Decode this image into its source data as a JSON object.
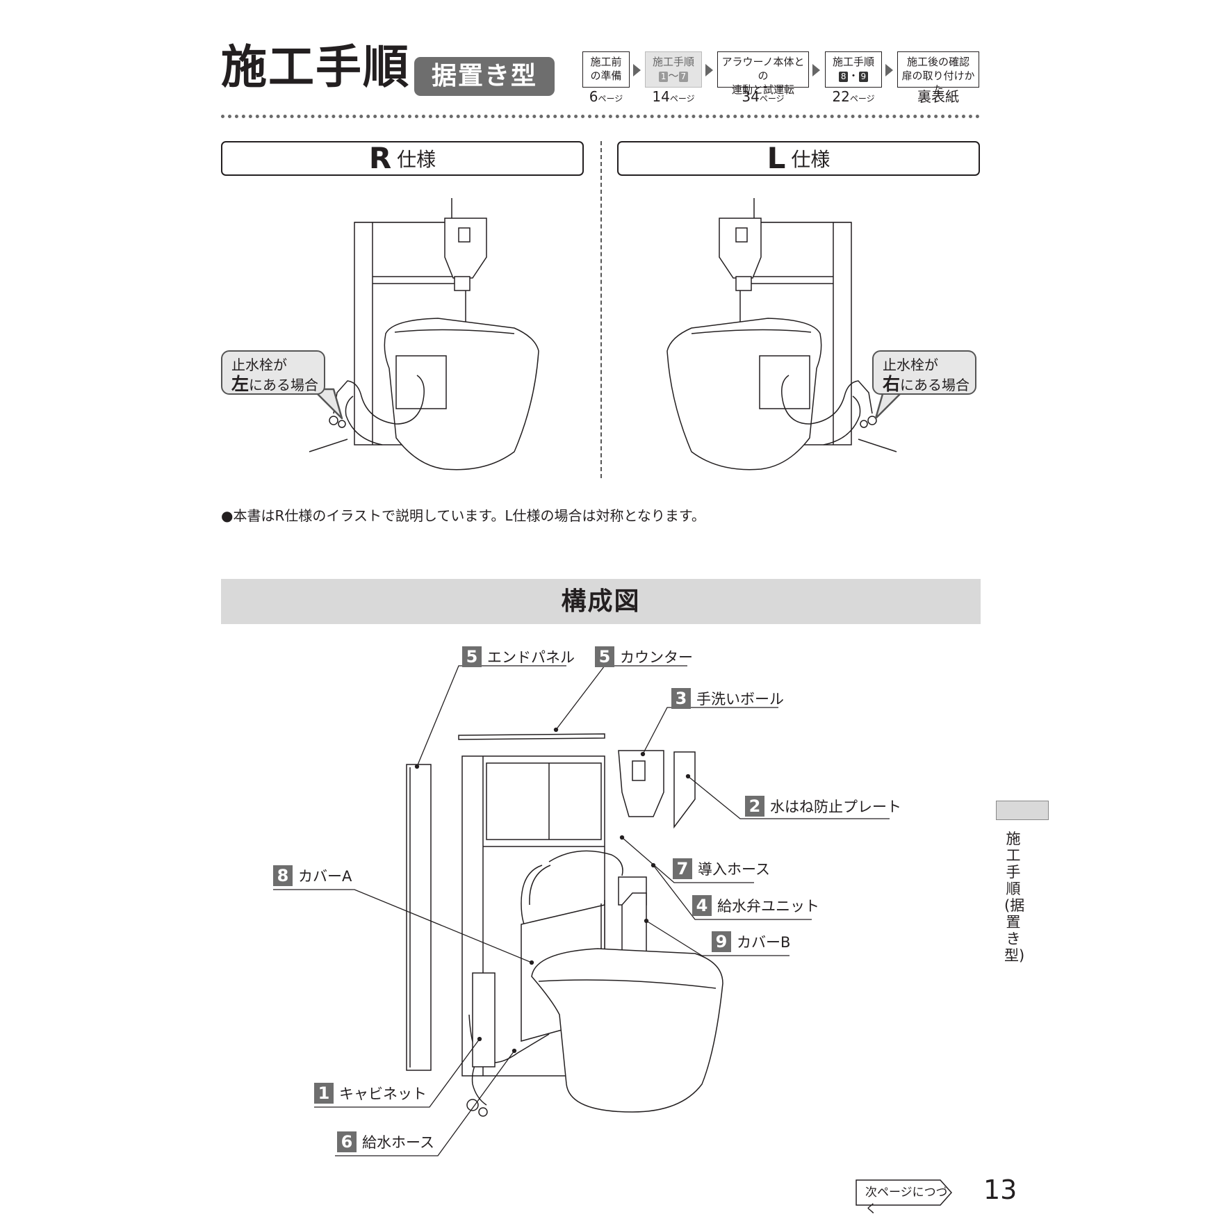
{
  "header": {
    "title": "施工手順",
    "badge": "据置き型",
    "steps": [
      {
        "line1": "施工前",
        "line2": "の準備",
        "page": "6",
        "page_unit": "ページ"
      },
      {
        "line1": "施工手順",
        "num_a": "1",
        "sep": "～",
        "num_b": "7",
        "page": "14",
        "page_unit": "ページ",
        "current": true
      },
      {
        "line1": "アラウーノ本体との",
        "line2": "連動と試運転",
        "page": "34",
        "page_unit": "ページ"
      },
      {
        "line1": "施工手順",
        "num_a": "8",
        "sep": "・",
        "num_b": "9",
        "page": "22",
        "page_unit": "ページ"
      },
      {
        "line1": "施工後の確認",
        "line2": "扉の取り付けかた",
        "page": "裏表紙"
      }
    ]
  },
  "specs": {
    "r": {
      "letter": "R",
      "label": "仕様"
    },
    "l": {
      "letter": "L",
      "label": "仕様"
    }
  },
  "callouts": {
    "left": {
      "line1": "止水栓が",
      "strong": "左",
      "rest": "にある場合"
    },
    "right": {
      "line1": "止水栓が",
      "strong": "右",
      "rest": "にある場合"
    }
  },
  "note": "●本書はR仕様のイラストで説明しています。L仕様の場合は対称となります。",
  "section_title": "構成図",
  "parts": [
    {
      "num": "5",
      "name": "エンドパネル"
    },
    {
      "num": "5",
      "name": "カウンター"
    },
    {
      "num": "3",
      "name": "手洗いボール"
    },
    {
      "num": "2",
      "name": "水はね防止プレート"
    },
    {
      "num": "8",
      "name": "カバーA"
    },
    {
      "num": "7",
      "name": "導入ホース"
    },
    {
      "num": "4",
      "name": "給水弁ユニット"
    },
    {
      "num": "9",
      "name": "カバーB"
    },
    {
      "num": "1",
      "name": "キャビネット"
    },
    {
      "num": "6",
      "name": "給水ホース"
    }
  ],
  "side_tab": "施工手順(据置き型)",
  "footer": {
    "next": "次ページにつづく",
    "page_number": "13"
  }
}
